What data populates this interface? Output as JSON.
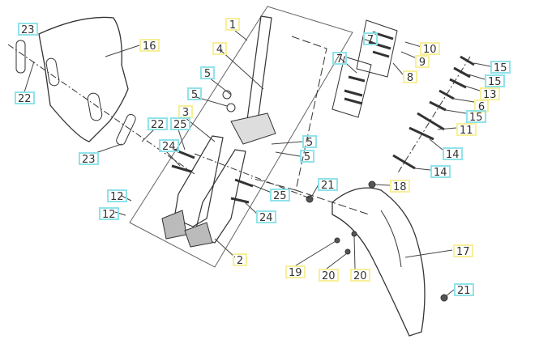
{
  "title": "Front fork and fender exploded parts diagram",
  "colors": {
    "yellow_callout": "#f7ef9a",
    "cyan_callout": "#8fe3ea",
    "line": "#333333"
  },
  "callouts": [
    {
      "num": "23",
      "kind": "cyan"
    },
    {
      "num": "16",
      "kind": "yellow"
    },
    {
      "num": "1",
      "kind": "yellow"
    },
    {
      "num": "4",
      "kind": "yellow"
    },
    {
      "num": "5",
      "kind": "cyan"
    },
    {
      "num": "5",
      "kind": "cyan"
    },
    {
      "num": "3",
      "kind": "yellow"
    },
    {
      "num": "22",
      "kind": "cyan"
    },
    {
      "num": "22",
      "kind": "cyan"
    },
    {
      "num": "25",
      "kind": "cyan"
    },
    {
      "num": "24",
      "kind": "cyan"
    },
    {
      "num": "23",
      "kind": "cyan"
    },
    {
      "num": "7",
      "kind": "cyan"
    },
    {
      "num": "10",
      "kind": "yellow"
    },
    {
      "num": "9",
      "kind": "yellow"
    },
    {
      "num": "8",
      "kind": "yellow"
    },
    {
      "num": "7",
      "kind": "cyan"
    },
    {
      "num": "15",
      "kind": "cyan"
    },
    {
      "num": "15",
      "kind": "cyan"
    },
    {
      "num": "13",
      "kind": "yellow"
    },
    {
      "num": "6",
      "kind": "yellow"
    },
    {
      "num": "15",
      "kind": "cyan"
    },
    {
      "num": "11",
      "kind": "yellow"
    },
    {
      "num": "14",
      "kind": "cyan"
    },
    {
      "num": "14",
      "kind": "cyan"
    },
    {
      "num": "5",
      "kind": "cyan"
    },
    {
      "num": "5",
      "kind": "cyan"
    },
    {
      "num": "21",
      "kind": "cyan"
    },
    {
      "num": "18",
      "kind": "yellow"
    },
    {
      "num": "25",
      "kind": "cyan"
    },
    {
      "num": "12",
      "kind": "cyan"
    },
    {
      "num": "12",
      "kind": "cyan"
    },
    {
      "num": "24",
      "kind": "cyan"
    },
    {
      "num": "2",
      "kind": "yellow"
    },
    {
      "num": "17",
      "kind": "yellow"
    },
    {
      "num": "19",
      "kind": "yellow"
    },
    {
      "num": "20",
      "kind": "yellow"
    },
    {
      "num": "20",
      "kind": "yellow"
    },
    {
      "num": "21",
      "kind": "cyan"
    }
  ]
}
